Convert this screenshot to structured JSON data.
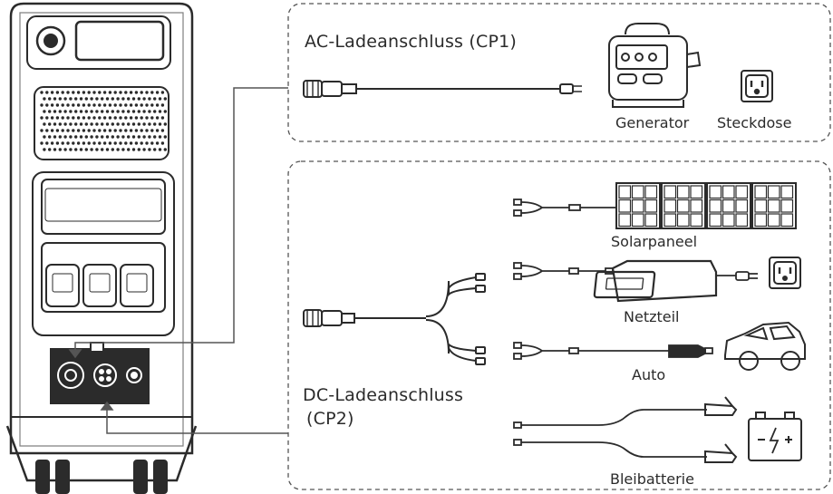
{
  "sections": {
    "ac": {
      "title": "AC-Ladeanschluss (CP1)"
    },
    "dc": {
      "title_line1": "DC-Ladeanschluss",
      "title_line2": "(CP2)"
    }
  },
  "devices": {
    "generator": "Generator",
    "outlet": "Steckdose",
    "solar": "Solarpaneel",
    "adapter": "Netzteil",
    "car": "Auto",
    "battery": "Bleibatterie"
  },
  "colors": {
    "line": "#2b2b2b",
    "dash": "#555555",
    "panel": "#3a3a3a"
  }
}
